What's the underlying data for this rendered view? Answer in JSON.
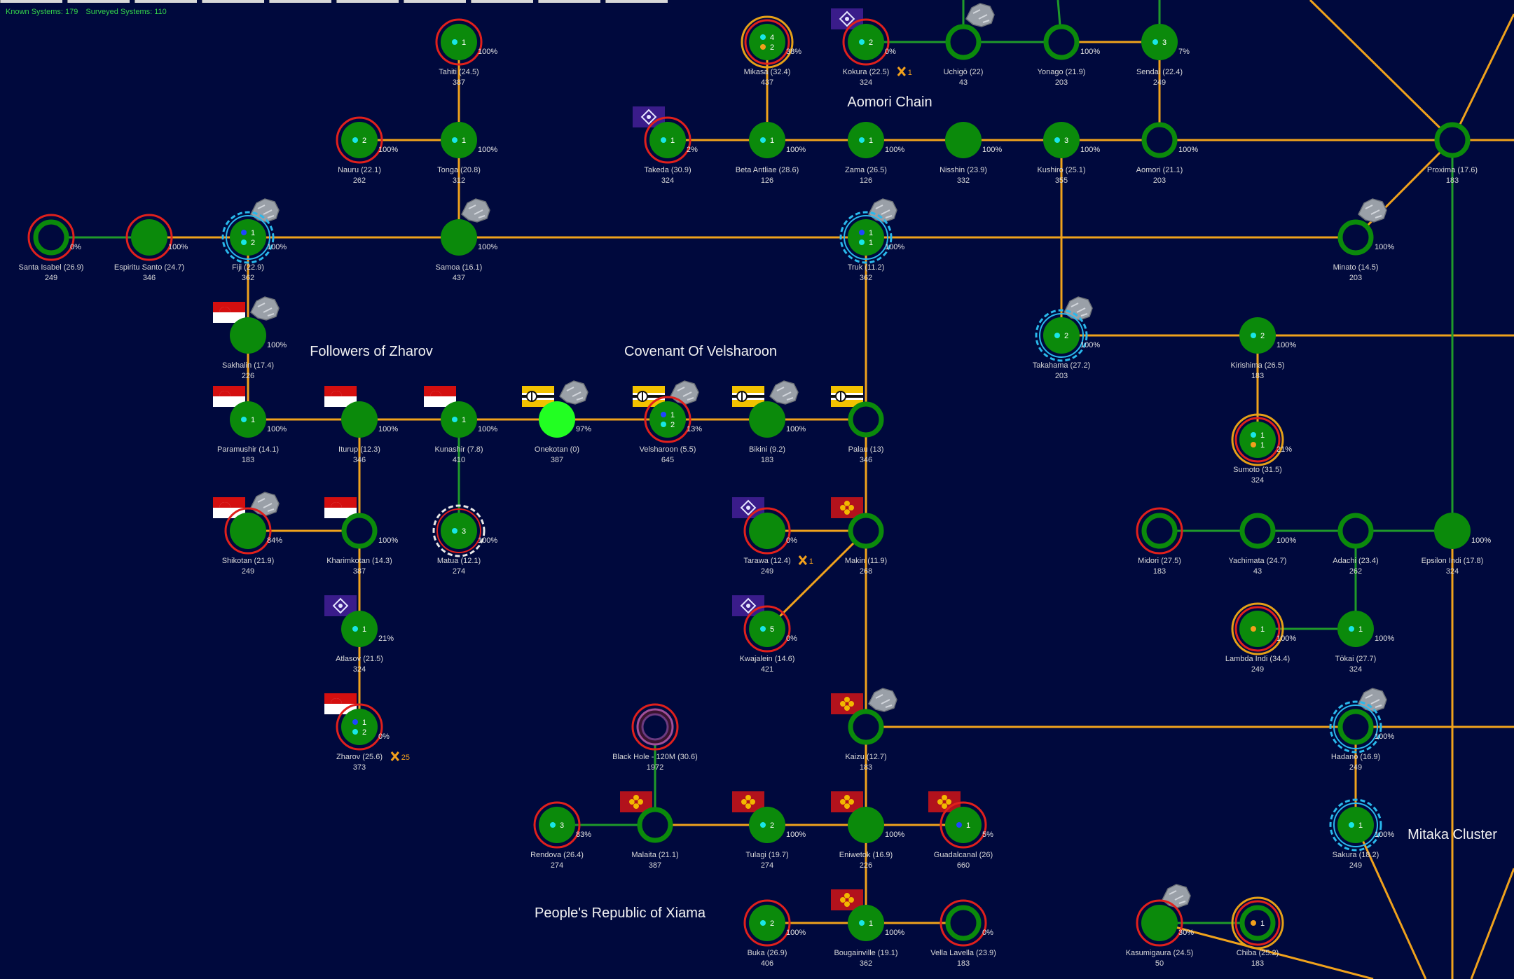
{
  "header": {
    "known_label": "Known Systems: 179",
    "surveyed_label": "Surveyed Systems: 110"
  },
  "colors": {
    "background": "#00093d",
    "route": "#f0a21c",
    "known_link": "#1f9a2a",
    "system_fill": "#0b8a0b",
    "system_ring": "#0b8a0b",
    "claim_ring": "#e0201c",
    "gold_ring": "#e5a017",
    "dashed_ring": "#29b8ec",
    "label": "#d8d8d8"
  },
  "regions": [
    {
      "id": "aomori",
      "name": "Aomori Chain"
    },
    {
      "id": "zharov",
      "name": "Followers of Zharov"
    },
    {
      "id": "velsharoon",
      "name": "Covenant Of Velsharoon"
    },
    {
      "id": "xiama",
      "name": "People's Republic of Xiama"
    },
    {
      "id": "mitaka",
      "name": "Mitaka Cluster"
    }
  ],
  "systems": [
    {
      "id": "tahiti",
      "name": "Tahiti  (24.5)",
      "pop": "387",
      "pct": "100%",
      "ring": "red",
      "fill": "full",
      "dots": [
        {
          "c": "cyan",
          "n": "1"
        }
      ]
    },
    {
      "id": "nauru",
      "name": "Nauru  (22.1)",
      "pop": "262",
      "pct": "100%",
      "ring": "red",
      "fill": "full",
      "dots": [
        {
          "c": "cyan",
          "n": "2"
        }
      ]
    },
    {
      "id": "tonga",
      "name": "Tonga  (20.8)",
      "pop": "312",
      "pct": "100%",
      "ring": "none",
      "fill": "full",
      "dots": [
        {
          "c": "cyan",
          "n": "1"
        }
      ]
    },
    {
      "id": "santa_isabel",
      "name": "Santa Isabel  (26.9)",
      "pop": "249",
      "pct": "0%",
      "ring": "red",
      "fill": "hollow",
      "dots": []
    },
    {
      "id": "espiritu_santo",
      "name": "Espiritu Santo  (24.7)",
      "pop": "346",
      "pct": "100%",
      "ring": "red",
      "fill": "full",
      "dots": []
    },
    {
      "id": "fiji",
      "name": "Fiji  (22.9)",
      "pop": "362",
      "pct": "100%",
      "ring": "dashed",
      "fill": "full",
      "dots": [
        {
          "c": "blue",
          "n": "1"
        },
        {
          "c": "cyan",
          "n": "2"
        }
      ],
      "asteroid": true
    },
    {
      "id": "samoa",
      "name": "Samoa  (16.1)",
      "pop": "437",
      "pct": "100%",
      "ring": "none",
      "fill": "full",
      "dots": [],
      "asteroid": true
    },
    {
      "id": "mikasa",
      "name": "Mikasa  (32.4)",
      "pop": "437",
      "pct": "38%",
      "ring": "goldred",
      "fill": "full",
      "dots": [
        {
          "c": "cyan",
          "n": "4"
        },
        {
          "c": "orange",
          "n": "2"
        }
      ]
    },
    {
      "id": "kokura",
      "name": "Kokura  (22.5)",
      "pop": "324",
      "pct": "0%",
      "ring": "red",
      "fill": "full",
      "dots": [
        {
          "c": "cyan",
          "n": "2"
        }
      ],
      "flag": "purple",
      "cross": "1"
    },
    {
      "id": "uchigo",
      "name": "Uchigō  (22)",
      "pop": "43",
      "pct": "",
      "ring": "none",
      "fill": "hollow",
      "dots": [],
      "asteroid": true
    },
    {
      "id": "yonago",
      "name": "Yonago  (21.9)",
      "pop": "203",
      "pct": "100%",
      "ring": "none",
      "fill": "hollow",
      "dots": []
    },
    {
      "id": "sendai",
      "name": "Sendai  (22.4)",
      "pop": "249",
      "pct": "7%",
      "ring": "none",
      "fill": "full",
      "dots": [
        {
          "c": "cyan",
          "n": "3"
        }
      ]
    },
    {
      "id": "takeda",
      "name": "Takeda  (30.9)",
      "pop": "324",
      "pct": "2%",
      "ring": "red",
      "fill": "full",
      "dots": [
        {
          "c": "cyan",
          "n": "1"
        }
      ],
      "flag": "purple"
    },
    {
      "id": "beta_antliae",
      "name": "Beta Antliae  (28.6)",
      "pop": "126",
      "pct": "100%",
      "ring": "none",
      "fill": "full",
      "dots": [
        {
          "c": "cyan",
          "n": "1"
        }
      ]
    },
    {
      "id": "zama",
      "name": "Zama  (26.5)",
      "pop": "126",
      "pct": "100%",
      "ring": "none",
      "fill": "full",
      "dots": [
        {
          "c": "cyan",
          "n": "1"
        }
      ]
    },
    {
      "id": "nisshin",
      "name": "Nisshin  (23.9)",
      "pop": "332",
      "pct": "100%",
      "ring": "none",
      "fill": "full",
      "dots": []
    },
    {
      "id": "kushiro",
      "name": "Kushiro  (25.1)",
      "pop": "355",
      "pct": "100%",
      "ring": "none",
      "fill": "full",
      "dots": [
        {
          "c": "cyan",
          "n": "3"
        }
      ]
    },
    {
      "id": "aomori",
      "name": "Aomori  (21.1)",
      "pop": "203",
      "pct": "100%",
      "ring": "none",
      "fill": "hollow",
      "dots": []
    },
    {
      "id": "proxima",
      "name": "Proxima  (17.6)",
      "pop": "183",
      "pct": "",
      "ring": "none",
      "fill": "hollow",
      "dots": []
    },
    {
      "id": "truk",
      "name": "Truk  (11.2)",
      "pop": "362",
      "pct": "100%",
      "ring": "dashed",
      "fill": "full",
      "dots": [
        {
          "c": "blue",
          "n": "1"
        },
        {
          "c": "cyan",
          "n": "1"
        }
      ],
      "asteroid": true
    },
    {
      "id": "minato",
      "name": "Minato  (14.5)",
      "pop": "203",
      "pct": "100%",
      "ring": "none",
      "fill": "hollow",
      "dots": [],
      "asteroid": true
    },
    {
      "id": "sakhalin",
      "name": "Sakhalin  (17.4)",
      "pop": "226",
      "pct": "100%",
      "ring": "none",
      "fill": "full",
      "dots": [],
      "flag": "zharov",
      "asteroid": true
    },
    {
      "id": "takahama",
      "name": "Takahama  (27.2)",
      "pop": "203",
      "pct": "100%",
      "ring": "dashed",
      "fill": "full",
      "dots": [
        {
          "c": "cyan",
          "n": "2"
        }
      ],
      "asteroid": true
    },
    {
      "id": "kirishima",
      "name": "Kirishima  (26.5)",
      "pop": "183",
      "pct": "100%",
      "ring": "none",
      "fill": "full",
      "dots": [
        {
          "c": "cyan",
          "n": "2"
        }
      ]
    },
    {
      "id": "paramushir",
      "name": "Paramushir  (14.1)",
      "pop": "183",
      "pct": "100%",
      "ring": "none",
      "fill": "full",
      "dots": [
        {
          "c": "cyan",
          "n": "1"
        }
      ],
      "flag": "zharov"
    },
    {
      "id": "iturup",
      "name": "Iturup  (12.3)",
      "pop": "346",
      "pct": "100%",
      "ring": "none",
      "fill": "full",
      "dots": [],
      "flag": "zharov"
    },
    {
      "id": "kunashir",
      "name": "Kunashir  (7.8)",
      "pop": "410",
      "pct": "100%",
      "ring": "none",
      "fill": "full",
      "dots": [
        {
          "c": "cyan",
          "n": "1"
        }
      ],
      "flag": "zharov"
    },
    {
      "id": "onekotan",
      "name": "Onekotan  (0)",
      "pop": "387",
      "pct": "97%",
      "ring": "none",
      "fill": "bright",
      "dots": [],
      "flag": "velsharoon",
      "asteroid": true
    },
    {
      "id": "velsharoon",
      "name": "Velsharoon  (5.5)",
      "pop": "645",
      "pct": "13%",
      "ring": "red",
      "fill": "full",
      "dots": [
        {
          "c": "blue",
          "n": "1"
        },
        {
          "c": "cyan",
          "n": "2"
        }
      ],
      "flag": "velsharoon",
      "asteroid": true
    },
    {
      "id": "bikini",
      "name": "Bikini  (9.2)",
      "pop": "183",
      "pct": "100%",
      "ring": "none",
      "fill": "full",
      "dots": [],
      "flag": "velsharoon",
      "asteroid": true
    },
    {
      "id": "palau",
      "name": "Palau  (13)",
      "pop": "346",
      "pct": "",
      "ring": "none",
      "fill": "hollow",
      "dots": [],
      "flag": "velsharoon"
    },
    {
      "id": "sumoto",
      "name": "Sumoto  (31.5)",
      "pop": "324",
      "pct": "21%",
      "ring": "goldred",
      "fill": "full",
      "dots": [
        {
          "c": "cyan",
          "n": "1"
        },
        {
          "c": "orange",
          "n": "1"
        }
      ]
    },
    {
      "id": "shikotan",
      "name": "Shikotan  (21.9)",
      "pop": "249",
      "pct": "84%",
      "ring": "red",
      "fill": "full",
      "dots": [],
      "flag": "zharov",
      "asteroid": true
    },
    {
      "id": "kharimkotan",
      "name": "Kharimkotan  (14.3)",
      "pop": "387",
      "pct": "100%",
      "ring": "none",
      "fill": "hollow",
      "dots": [],
      "flag": "zharov"
    },
    {
      "id": "matua",
      "name": "Matua  (12.1)",
      "pop": "274",
      "pct": "100%",
      "ring": "dashedwhite",
      "fill": "full",
      "dots": [
        {
          "c": "cyan",
          "n": "3"
        }
      ]
    },
    {
      "id": "tarawa",
      "name": "Tarawa  (12.4)",
      "pop": "249",
      "pct": "0%",
      "ring": "red",
      "fill": "full",
      "dots": [],
      "flag": "purple",
      "cross": "1"
    },
    {
      "id": "makin",
      "name": "Makin  (11.9)",
      "pop": "268",
      "pct": "",
      "ring": "none",
      "fill": "hollow",
      "dots": [],
      "flag": "xiama"
    },
    {
      "id": "midori",
      "name": "Midori  (27.5)",
      "pop": "183",
      "pct": "",
      "ring": "red",
      "fill": "hollow",
      "dots": []
    },
    {
      "id": "yachimata",
      "name": "Yachimata  (24.7)",
      "pop": "43",
      "pct": "100%",
      "ring": "none",
      "fill": "hollow",
      "dots": []
    },
    {
      "id": "adachi",
      "name": "Adachi  (23.4)",
      "pop": "262",
      "pct": "",
      "ring": "none",
      "fill": "hollow",
      "dots": []
    },
    {
      "id": "epsilon_indi",
      "name": "Epsilon Indi  (17.8)",
      "pop": "324",
      "pct": "100%",
      "ring": "none",
      "fill": "full",
      "dots": []
    },
    {
      "id": "atlasov",
      "name": "Atlasov  (21.5)",
      "pop": "324",
      "pct": "21%",
      "ring": "none",
      "fill": "full",
      "dots": [
        {
          "c": "cyan",
          "n": "1"
        }
      ],
      "flag": "purple"
    },
    {
      "id": "kwajalein",
      "name": "Kwajalein  (14.6)",
      "pop": "421",
      "pct": "0%",
      "ring": "red",
      "fill": "full",
      "dots": [
        {
          "c": "cyan",
          "n": "5"
        }
      ],
      "flag": "purple"
    },
    {
      "id": "lambda_indi",
      "name": "Lambda Indi  (34.4)",
      "pop": "249",
      "pct": "100%",
      "ring": "goldred",
      "fill": "full",
      "dots": [
        {
          "c": "orange",
          "n": "1"
        }
      ]
    },
    {
      "id": "tokai",
      "name": "Tōkai  (27.7)",
      "pop": "324",
      "pct": "100%",
      "ring": "none",
      "fill": "full",
      "dots": [
        {
          "c": "cyan",
          "n": "1"
        }
      ]
    },
    {
      "id": "zharov",
      "name": "Zharov  (25.6)",
      "pop": "373",
      "pct": "0%",
      "ring": "red",
      "fill": "full",
      "dots": [
        {
          "c": "blue",
          "n": "1"
        },
        {
          "c": "cyan",
          "n": "2"
        }
      ],
      "flag": "zharov",
      "cross": "25"
    },
    {
      "id": "black_hole",
      "name": "Black Hole - 120M  (30.6)",
      "pop": "1972",
      "pct": "",
      "ring": "red",
      "fill": "blackhole",
      "dots": []
    },
    {
      "id": "kaizu",
      "name": "Kaizu  (12.7)",
      "pop": "183",
      "pct": "",
      "ring": "none",
      "fill": "hollow",
      "dots": [],
      "flag": "xiama",
      "asteroid": true
    },
    {
      "id": "hadano",
      "name": "Hadano  (16.9)",
      "pop": "249",
      "pct": "100%",
      "ring": "dashed",
      "fill": "hollow",
      "dots": [],
      "asteroid": true
    },
    {
      "id": "rendova",
      "name": "Rendova  (26.4)",
      "pop": "274",
      "pct": "83%",
      "ring": "red",
      "fill": "full",
      "dots": [
        {
          "c": "cyan",
          "n": "3"
        }
      ]
    },
    {
      "id": "malaita",
      "name": "Malaita  (21.1)",
      "pop": "387",
      "pct": "",
      "ring": "none",
      "fill": "hollow",
      "dots": [],
      "flag": "xiama"
    },
    {
      "id": "tulagi",
      "name": "Tulagi  (19.7)",
      "pop": "274",
      "pct": "100%",
      "ring": "none",
      "fill": "full",
      "dots": [
        {
          "c": "cyan",
          "n": "2"
        }
      ],
      "flag": "xiama"
    },
    {
      "id": "eniwetok",
      "name": "Eniwetok  (16.9)",
      "pop": "226",
      "pct": "100%",
      "ring": "none",
      "fill": "full",
      "dots": [],
      "flag": "xiama"
    },
    {
      "id": "guadalcanal",
      "name": "Guadalcanal  (26)",
      "pop": "660",
      "pct": "5%",
      "ring": "red",
      "fill": "full",
      "dots": [
        {
          "c": "blue",
          "n": "1"
        }
      ],
      "flag": "xiama"
    },
    {
      "id": "sakura",
      "name": "Sakura  (18.2)",
      "pop": "249",
      "pct": "100%",
      "ring": "dashed",
      "fill": "full",
      "dots": [
        {
          "c": "cyan",
          "n": "1"
        }
      ]
    },
    {
      "id": "buka",
      "name": "Buka  (26.9)",
      "pop": "406",
      "pct": "100%",
      "ring": "red",
      "fill": "full",
      "dots": [
        {
          "c": "cyan",
          "n": "2"
        }
      ]
    },
    {
      "id": "bougainville",
      "name": "Bougainville  (19.1)",
      "pop": "362",
      "pct": "100%",
      "ring": "none",
      "fill": "full",
      "dots": [
        {
          "c": "cyan",
          "n": "1"
        }
      ],
      "flag": "xiama"
    },
    {
      "id": "vella_lavella",
      "name": "Vella Lavella  (23.9)",
      "pop": "183",
      "pct": "0%",
      "ring": "red",
      "fill": "hollow",
      "dots": []
    },
    {
      "id": "kasumigaura",
      "name": "Kasumigaura  (24.5)",
      "pop": "50",
      "pct": "30%",
      "ring": "red",
      "fill": "full",
      "dots": [],
      "asteroid": true
    },
    {
      "id": "chiba",
      "name": "Chiba  (25.2)",
      "pop": "183",
      "pct": "",
      "ring": "goldred",
      "fill": "hollow",
      "dots": [
        {
          "c": "orange",
          "n": "1"
        }
      ]
    }
  ],
  "links": [
    [
      "tahiti",
      "tonga",
      "o"
    ],
    [
      "nauru",
      "tonga",
      "o"
    ],
    [
      "tonga",
      "samoa",
      "o"
    ],
    [
      "santa_isabel",
      "espiritu_santo",
      "g"
    ],
    [
      "espiritu_santo",
      "fiji",
      "o"
    ],
    [
      "fiji",
      "samoa",
      "o"
    ],
    [
      "samoa",
      "truk",
      "o"
    ],
    [
      "truk",
      "minato",
      "o"
    ],
    [
      "mikasa",
      "beta_antliae",
      "o"
    ],
    [
      "kokura",
      "uchigo",
      "g"
    ],
    [
      "uchigo",
      "yonago",
      "g"
    ],
    [
      "yonago",
      "sendai",
      "o"
    ],
    [
      "sendai",
      "aomori",
      "o"
    ],
    [
      "takeda",
      "beta_antliae",
      "o"
    ],
    [
      "beta_antliae",
      "zama",
      "o"
    ],
    [
      "zama",
      "nisshin",
      "o"
    ],
    [
      "nisshin",
      "kushiro",
      "o"
    ],
    [
      "kushiro",
      "aomori",
      "o"
    ],
    [
      "aomori",
      "proxima",
      "o"
    ],
    [
      "minato",
      "proxima",
      "o"
    ],
    [
      "kushiro",
      "takahama",
      "o"
    ],
    [
      "takahama",
      "kirishima",
      "o"
    ],
    [
      "kirishima",
      "sumoto",
      "o"
    ],
    [
      "fiji",
      "sakhalin",
      "o"
    ],
    [
      "sakhalin",
      "paramushir",
      "o"
    ],
    [
      "paramushir",
      "iturup",
      "o"
    ],
    [
      "iturup",
      "kunashir",
      "o"
    ],
    [
      "kunashir",
      "onekotan",
      "o"
    ],
    [
      "onekotan",
      "velsharoon",
      "o"
    ],
    [
      "velsharoon",
      "bikini",
      "o"
    ],
    [
      "bikini",
      "palau",
      "o"
    ],
    [
      "truk",
      "palau",
      "o"
    ],
    [
      "iturup",
      "kharimkotan",
      "o"
    ],
    [
      "shikotan",
      "kharimkotan",
      "o"
    ],
    [
      "kunashir",
      "matua",
      "g"
    ],
    [
      "kharimkotan",
      "atlasov",
      "o"
    ],
    [
      "atlasov",
      "zharov",
      "o"
    ],
    [
      "palau",
      "makin",
      "o"
    ],
    [
      "tarawa",
      "makin",
      "o"
    ],
    [
      "makin",
      "kwajalein",
      "o"
    ],
    [
      "makin",
      "kaizu",
      "o"
    ],
    [
      "kaizu",
      "hadano",
      "o"
    ],
    [
      "kaizu",
      "eniwetok",
      "o"
    ],
    [
      "midori",
      "yachimata",
      "g"
    ],
    [
      "yachimata",
      "adachi",
      "g"
    ],
    [
      "adachi",
      "epsilon_indi",
      "g"
    ],
    [
      "adachi",
      "tokai",
      "g"
    ],
    [
      "lambda_indi",
      "tokai",
      "g"
    ],
    [
      "proxima",
      "epsilon_indi",
      "g"
    ],
    [
      "hadano",
      "sakura",
      "o"
    ],
    [
      "black_hole",
      "malaita",
      "g"
    ],
    [
      "rendova",
      "malaita",
      "g"
    ],
    [
      "malaita",
      "tulagi",
      "o"
    ],
    [
      "tulagi",
      "eniwetok",
      "o"
    ],
    [
      "eniwetok",
      "guadalcanal",
      "o"
    ],
    [
      "eniwetok",
      "bougainville",
      "o"
    ],
    [
      "buka",
      "bougainville",
      "o"
    ],
    [
      "bougainville",
      "vella_lavella",
      "o"
    ],
    [
      "kasumigaura",
      "chiba",
      "g"
    ]
  ]
}
